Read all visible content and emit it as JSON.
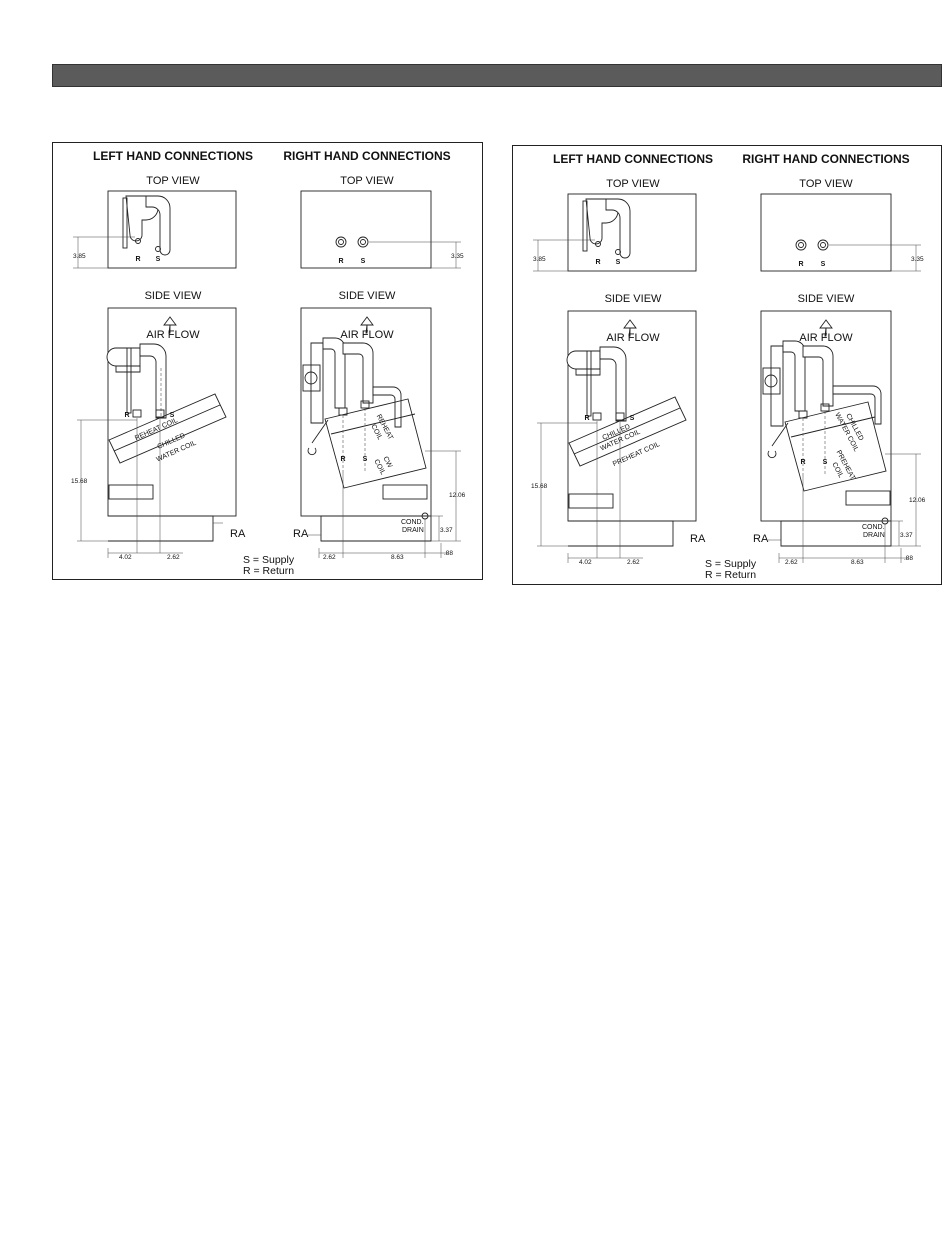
{
  "panels": [
    {
      "id": "left-panel",
      "headings": {
        "left": "LEFT HAND CONNECTIONS",
        "right": "RIGHT HAND CONNECTIONS"
      },
      "views": {
        "top": "TOP VIEW",
        "side": "SIDE VIEW"
      },
      "air_flow": "AIR FLOW",
      "labels": {
        "r": "R",
        "s": "S"
      },
      "coils_lh": [
        "REHEAT COIL",
        "CHILLED",
        "WATER COIL"
      ],
      "coils_rh": [
        "REHEAT",
        "COIL",
        "CW",
        "COIL"
      ],
      "dims": {
        "top_lh": "3.85",
        "top_rh": "3.35",
        "side_height": "15.68",
        "side_w1": "4.02",
        "side_w2": "2.62",
        "rh_height": "12.06",
        "rh_drain": "3.37",
        "rh_w1": "2.62",
        "rh_w2": "8.63",
        "rh_w3": ".88"
      },
      "ra": "RA",
      "drain": [
        "COND.",
        "DRAIN"
      ],
      "legend": [
        "S = Supply",
        "R = Return"
      ]
    },
    {
      "id": "right-panel",
      "headings": {
        "left": "LEFT HAND CONNECTIONS",
        "right": "RIGHT HAND CONNECTIONS"
      },
      "views": {
        "top": "TOP VIEW",
        "side": "SIDE VIEW"
      },
      "air_flow": "AIR FLOW",
      "labels": {
        "r": "R",
        "s": "S"
      },
      "coils_lh": [
        "CHILLED",
        "WATER COIL",
        "PREHEAT COIL"
      ],
      "coils_rh": [
        "CHILLED",
        "WATER COIL",
        "PREHEAT",
        "COIL"
      ],
      "dims": {
        "top_lh": "3.85",
        "top_rh": "3.35",
        "side_height": "15.68",
        "side_w1": "4.02",
        "side_w2": "2.62",
        "rh_height": "12.06",
        "rh_drain": "3.37",
        "rh_w1": "2.62",
        "rh_w2": "8.63",
        "rh_w3": ".88"
      },
      "ra": "RA",
      "drain": [
        "COND.",
        "DRAIN"
      ],
      "legend": [
        "S = Supply",
        "R = Return"
      ]
    }
  ]
}
